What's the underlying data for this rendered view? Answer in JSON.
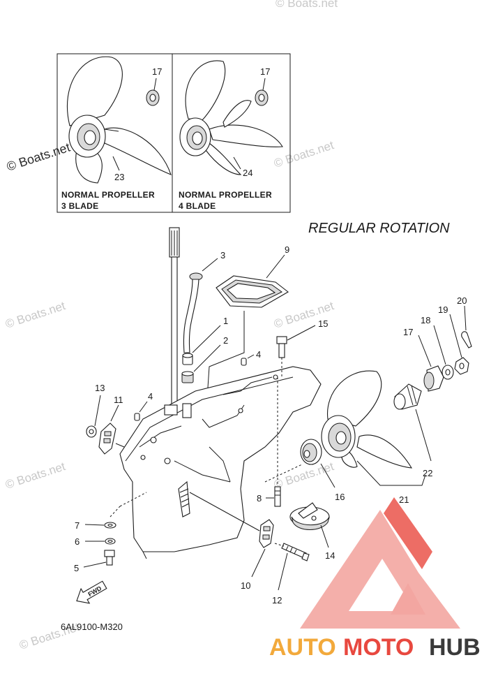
{
  "watermark": "© Boats.net",
  "title": "REGULAR ROTATION",
  "inset": {
    "left": {
      "line1": "NORMAL PROPELLER",
      "line2": "3 BLADE",
      "part_top": "17",
      "part_bottom": "23"
    },
    "right": {
      "line1": "NORMAL PROPELLER",
      "line2": "4 BLADE",
      "part_top": "17",
      "part_bottom": "24"
    }
  },
  "parts": {
    "p1": "1",
    "p2": "2",
    "p3": "3",
    "p4a": "4",
    "p4b": "4",
    "p5": "5",
    "p6": "6",
    "p7": "7",
    "p8": "8",
    "p9": "9",
    "p10": "10",
    "p11": "11",
    "p12": "12",
    "p13": "13",
    "p14": "14",
    "p15": "15",
    "p16": "16",
    "p17": "17",
    "p18": "18",
    "p19": "19",
    "p20": "20",
    "p21": "21",
    "p22": "22"
  },
  "fwd_label": "FWD",
  "diagram_code": "6AL9100-M320",
  "logo": {
    "part1": "AUTO",
    "part2": "MOTO",
    "part3": "HUB"
  },
  "colors": {
    "logo_red": "#e8483f",
    "logo_orange": "#f2a93b",
    "logo_dark": "#3a3a3a"
  }
}
